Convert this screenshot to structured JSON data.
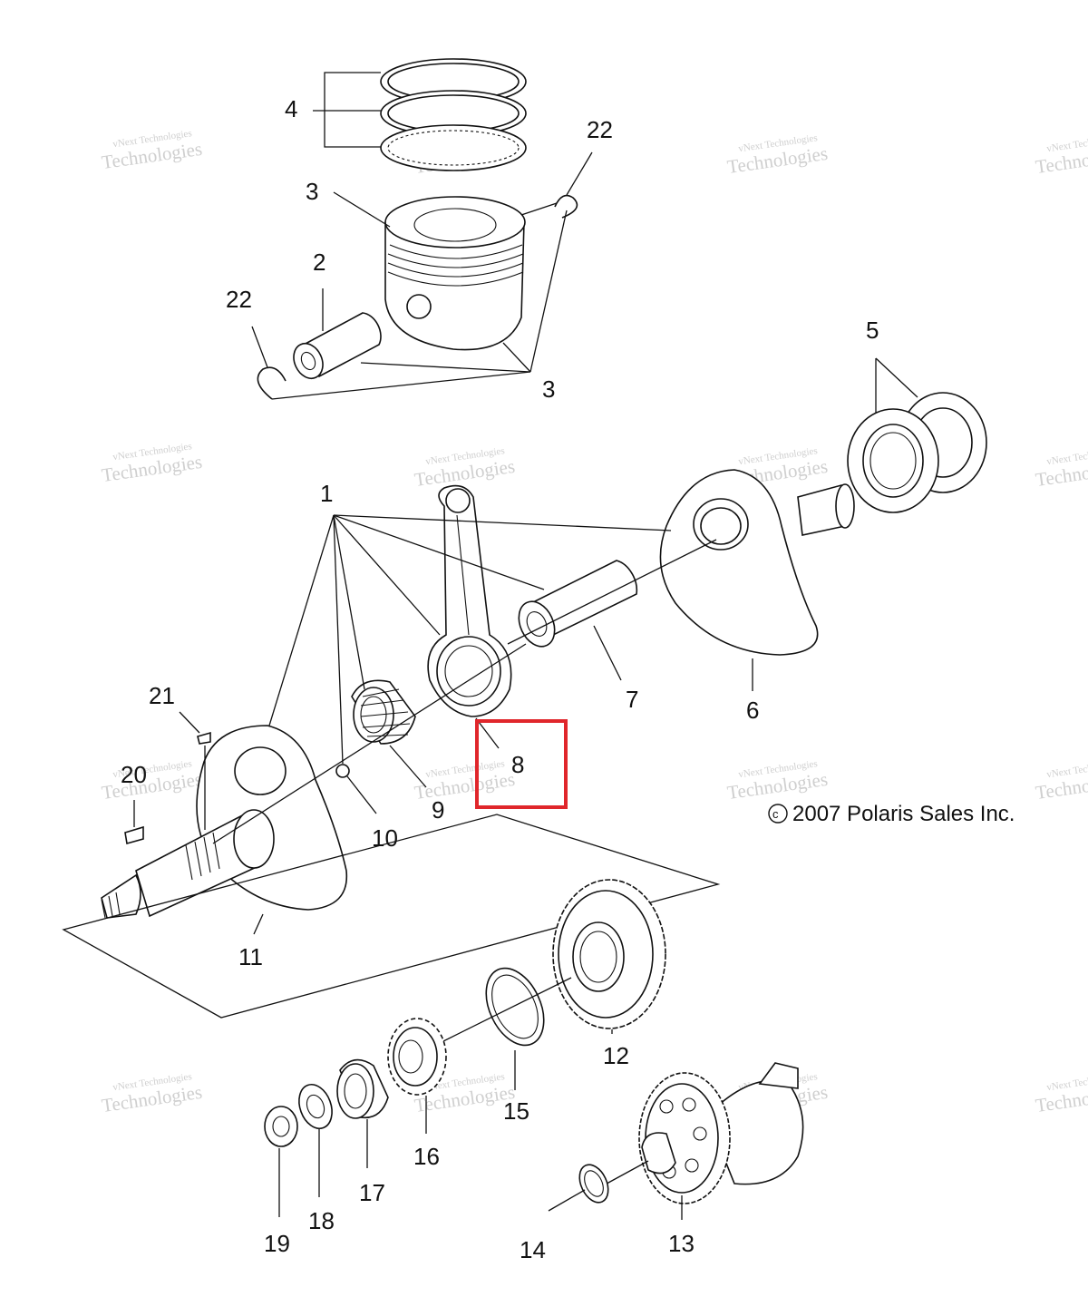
{
  "diagram": {
    "copyright": "2007 Polaris Sales Inc.",
    "copyright_symbol": "©",
    "watermark_line1": "vNext Technologies",
    "watermark_line2": "Technologies",
    "highlight_color": "#e0262b",
    "highlighted_part": "8",
    "callouts": {
      "p1": "1",
      "p2": "2",
      "p3a": "3",
      "p3b": "3",
      "p4": "4",
      "p5": "5",
      "p6": "6",
      "p7": "7",
      "p8": "8",
      "p9": "9",
      "p10": "10",
      "p11": "11",
      "p12": "12",
      "p13": "13",
      "p14": "14",
      "p15": "15",
      "p16": "16",
      "p17": "17",
      "p18": "18",
      "p19": "19",
      "p20": "20",
      "p21": "21",
      "p22a": "22",
      "p22b": "22"
    }
  }
}
